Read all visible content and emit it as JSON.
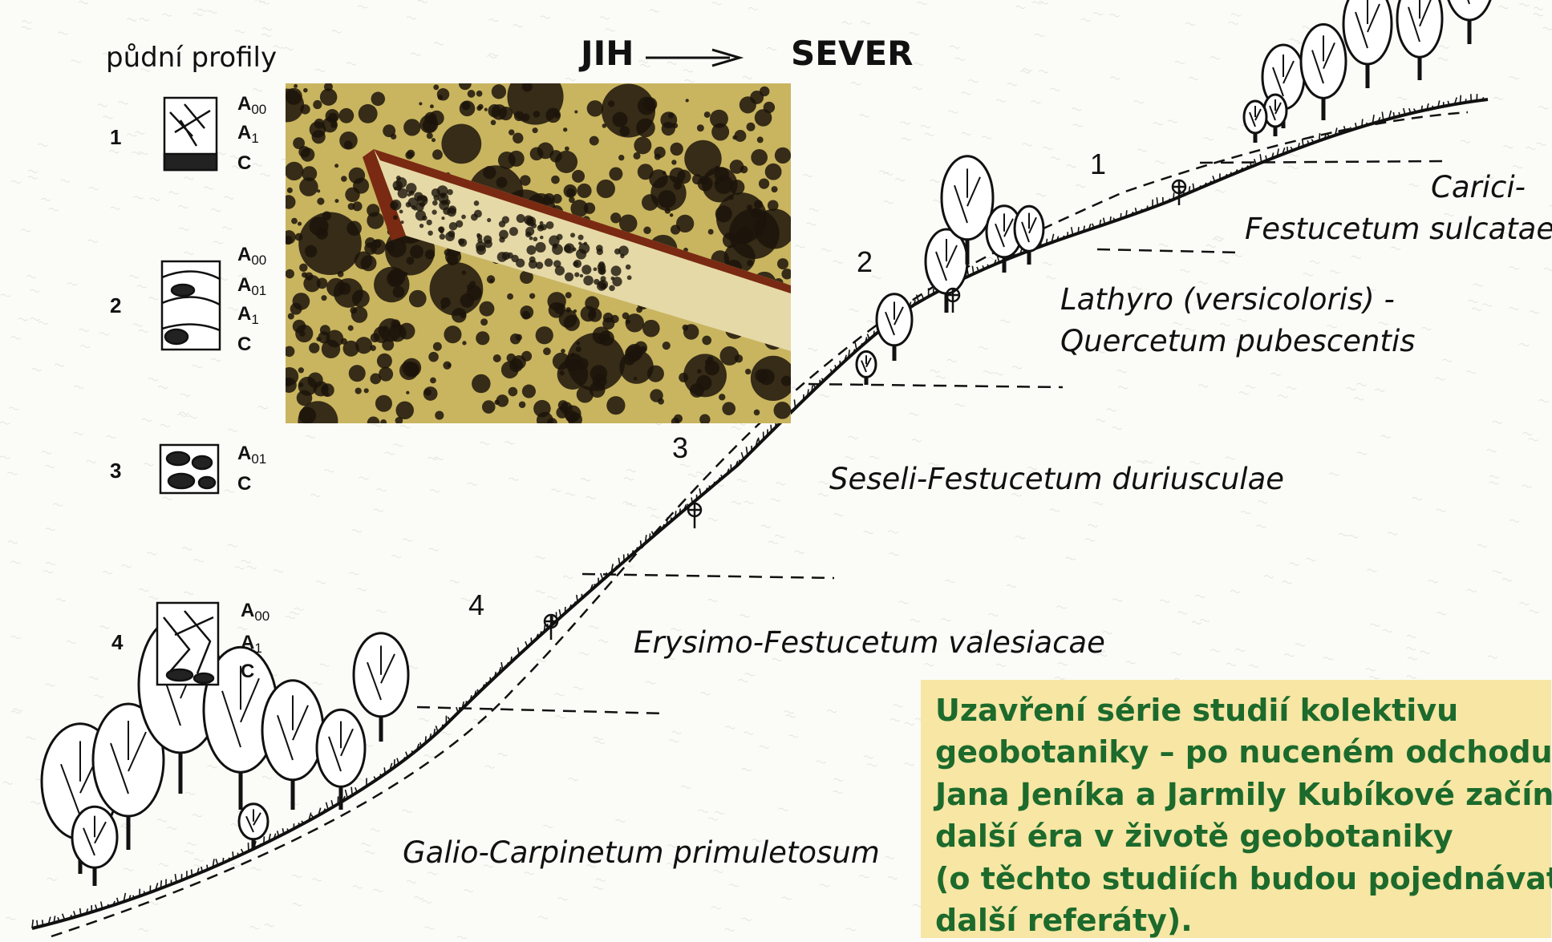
{
  "profiles": {
    "title": "půdní profily",
    "items": [
      {
        "number": "1",
        "horizons": [
          {
            "base": "A",
            "sub": "00"
          },
          {
            "base": "A",
            "sub": "1"
          },
          {
            "base": "C",
            "sub": ""
          }
        ]
      },
      {
        "number": "2",
        "horizons": [
          {
            "base": "A",
            "sub": "00"
          },
          {
            "base": "A",
            "sub": "01"
          },
          {
            "base": "A",
            "sub": "1"
          },
          {
            "base": "C",
            "sub": ""
          }
        ]
      },
      {
        "number": "3",
        "horizons": [
          {
            "base": "A",
            "sub": "01"
          },
          {
            "base": "C",
            "sub": ""
          }
        ]
      },
      {
        "number": "4",
        "horizons": [
          {
            "base": "A",
            "sub": "00"
          },
          {
            "base": "A",
            "sub": "1"
          },
          {
            "base": "C",
            "sub": ""
          }
        ]
      }
    ]
  },
  "direction": {
    "from": "JIH",
    "to": "SEVER"
  },
  "slope_numbers": [
    "1",
    "2",
    "3",
    "4"
  ],
  "associations": {
    "carici_line1": "Carici-",
    "carici_line2": "Festucetum sulcatae",
    "lathyro_line1": "Lathyro (versicoloris) -",
    "lathyro_line2": "Quercetum pubescentis",
    "seseli": "Seseli-Festucetum duriusculae",
    "erysimo": "Erysimo-Festucetum valesiacae",
    "galio": "Galio-Carpinetum primuletosum"
  },
  "photo": {
    "icon": "soil-micrograph-photo",
    "colors": {
      "bg": "#c9b560",
      "dark": "#1c140a",
      "band": "#7a2a12"
    }
  },
  "note": {
    "background": "#f7e6a4",
    "text_color": "#1c6a2c",
    "lines": [
      "Uzavření série studií kolektivu",
      "geobotaniky – po nuceném odchodu",
      "Jana Jeníka a Jarmily Kubíkové začíná",
      "další éra v životě geobotaniky",
      "(o těchto studiích budou pojednávat",
      "další referáty)."
    ]
  }
}
